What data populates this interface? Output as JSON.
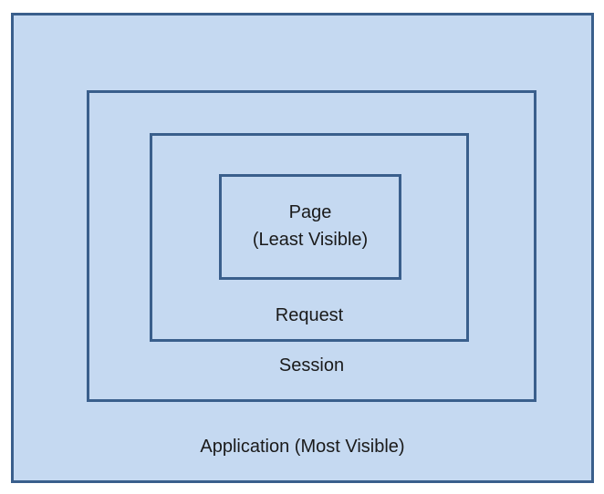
{
  "diagram": {
    "layers": {
      "application": {
        "label": "Application (Most Visible)"
      },
      "session": {
        "label": "Session"
      },
      "request": {
        "label": "Request"
      },
      "page": {
        "label_line1": "Page",
        "label_line2": "(Least Visible)"
      }
    },
    "colors": {
      "fill": "#c5d9f1",
      "border": "#3a5f8c",
      "text": "#1a1a1a"
    }
  }
}
